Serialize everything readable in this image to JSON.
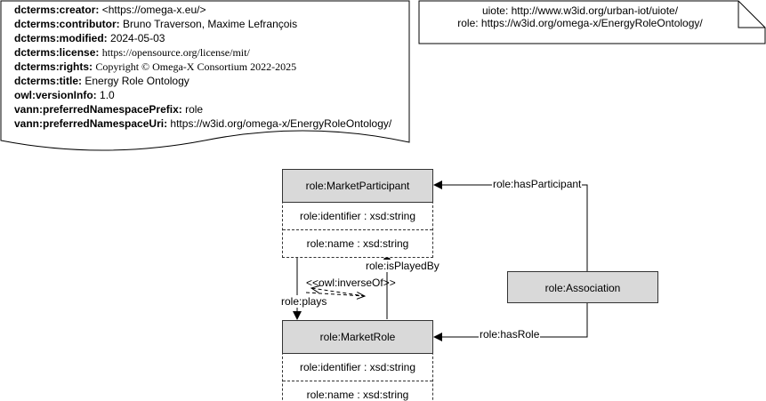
{
  "metadata_note": {
    "rows": [
      {
        "key": "dcterms:creator:",
        "value": "<https://omega-x.eu/>"
      },
      {
        "key": "dcterms:contributor:",
        "value": "Bruno Traverson, Maxime Lefrançois"
      },
      {
        "key": "dcterms:modified:",
        "value": "2024-05-03"
      },
      {
        "key": "dcterms:license:",
        "value": "https://opensource.org/license/mit/"
      },
      {
        "key": "dcterms:rights:",
        "value": "Copyright © Omega-X Consortium 2022-2025"
      },
      {
        "key": "dcterms:title:",
        "value": "Energy Role Ontology"
      },
      {
        "key": "owl:versionInfo:",
        "value": "1.0"
      },
      {
        "key": "vann:preferredNamespacePrefix:",
        "value": "role"
      },
      {
        "key": "vann:preferredNamespaceUri:",
        "value": "https://w3id.org/omega-x/EnergyRoleOntology/"
      }
    ]
  },
  "namespace_note": {
    "lines": [
      "uiote: http://www.w3id.org/urban-iot/uiote/",
      "role: https://w3id.org/omega-x/EnergyRoleOntology/"
    ]
  },
  "classes": {
    "market_participant": {
      "title": "role:MarketParticipant",
      "attributes": [
        "role:identifier : xsd:string",
        "role:name : xsd:string"
      ]
    },
    "market_role": {
      "title": "role:MarketRole",
      "attributes": [
        "role:identifier : xsd:string",
        "role:name : xsd:string"
      ]
    },
    "association": {
      "title": "role:Association"
    }
  },
  "relations": {
    "has_participant": "role:hasParticipant",
    "has_role": "role:hasRole",
    "plays": "role:plays",
    "is_played_by": "role:isPlayedBy",
    "inverse_of": "<<owl:inverseOf>>"
  }
}
